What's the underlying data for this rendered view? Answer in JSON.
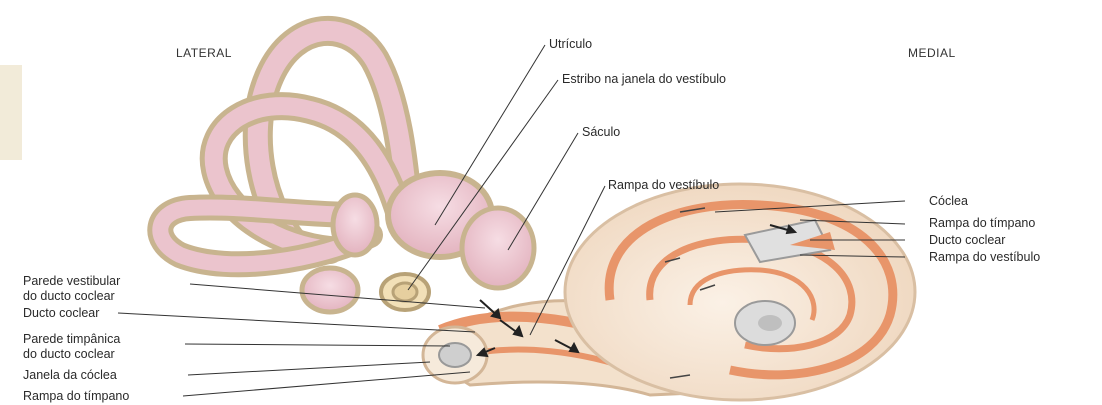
{
  "orientation": {
    "lateral": "LATERAL",
    "medial": "MEDIAL"
  },
  "labels": {
    "utriculo": "Utrículo",
    "estribo": "Estribo na janela do vestíbulo",
    "saculo": "Sáculo",
    "rampa_vestibulo_top": "Rampa do vestíbulo",
    "coclea": "Cóclea",
    "rampa_timpano_right": "Rampa do tímpano",
    "ducto_coclear_right": "Ducto coclear",
    "rampa_vestibulo_right": "Rampa do vestíbulo",
    "parede_vestibular_1": "Parede vestibular",
    "parede_vestibular_2": "do ducto coclear",
    "ducto_coclear_left": "Ducto coclear",
    "parede_timpanica_1": "Parede timpânica",
    "parede_timpanica_2": "do ducto coclear",
    "janela_coclea": "Janela da cóclea",
    "rampa_timpano_left": "Rampa do tímpano"
  },
  "colors": {
    "tissue_pink": "#e9bfc9",
    "tissue_outline": "#bca989",
    "canal_tan": "#d8c6a4",
    "cochlea_cream": "#f5e3d0",
    "cochlea_orange": "#e8956a",
    "leader_line": "#333333"
  }
}
